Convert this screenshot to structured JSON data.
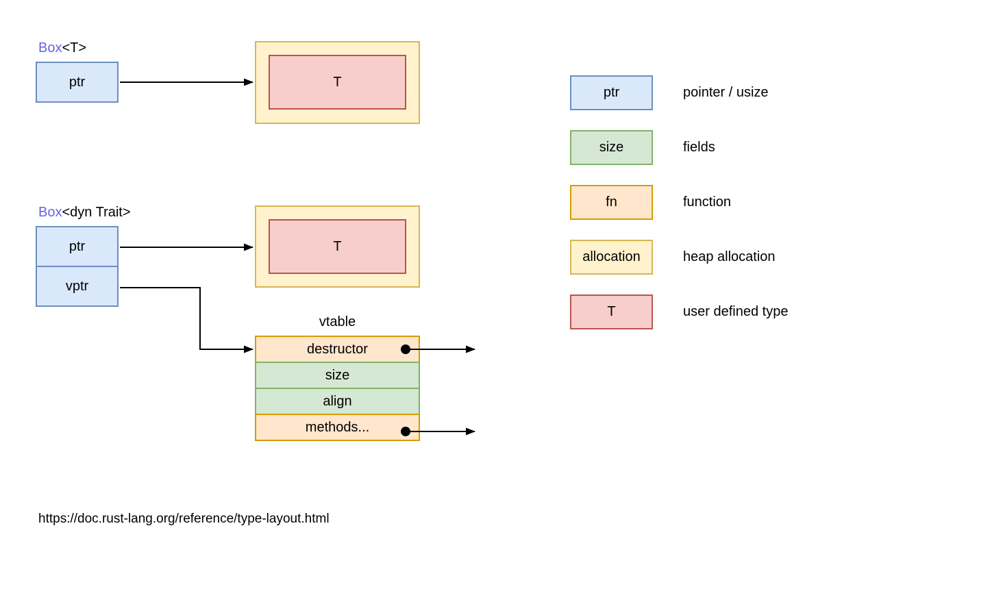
{
  "palette": {
    "pointer_fill": "#dae8fc",
    "pointer_stroke": "#6c8ebf",
    "fields_fill": "#d5e8d4",
    "fields_stroke": "#82b366",
    "function_fill": "#ffe6cc",
    "function_stroke": "#d79b00",
    "allocation_fill": "#fff2cc",
    "allocation_stroke": "#d6b656",
    "type_fill": "#f8cecc",
    "type_stroke": "#b85450",
    "box_accent_text": "#6663e6",
    "connector": "#000000"
  },
  "box_t": {
    "title_accent": "Box",
    "title_rest": "<T>",
    "ptr_label": "ptr",
    "type_label": "T"
  },
  "box_dyn": {
    "title_accent": "Box",
    "title_rest": "<dyn Trait>",
    "ptr_label": "ptr",
    "vptr_label": "vptr",
    "type_label": "T",
    "vtable_title": "vtable",
    "vtable_rows": [
      {
        "label": "destructor",
        "kind": "fn",
        "has_outgoing_pointer": true
      },
      {
        "label": "size",
        "kind": "fields",
        "has_outgoing_pointer": false
      },
      {
        "label": "align",
        "kind": "fields",
        "has_outgoing_pointer": false
      },
      {
        "label": "methods...",
        "kind": "fn",
        "has_outgoing_pointer": true
      }
    ]
  },
  "legend": {
    "items": [
      {
        "swatch_label": "ptr",
        "kind": "pointer",
        "description": "pointer / usize"
      },
      {
        "swatch_label": "size",
        "kind": "fields",
        "description": "fields"
      },
      {
        "swatch_label": "fn",
        "kind": "function",
        "description": "function"
      },
      {
        "swatch_label": "allocation",
        "kind": "allocation",
        "description": "heap allocation"
      },
      {
        "swatch_label": "T",
        "kind": "type",
        "description": "user defined type"
      }
    ]
  },
  "footer": {
    "source_url": "https://doc.rust-lang.org/reference/type-layout.html"
  }
}
